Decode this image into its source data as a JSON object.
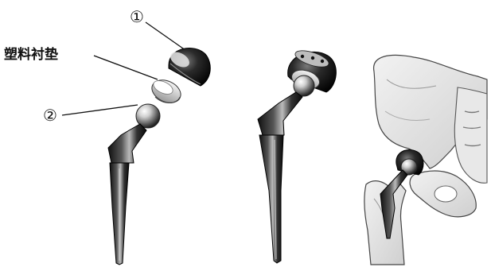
{
  "labels": {
    "part1": "①",
    "part2": "②",
    "liner": "塑料衬垫"
  },
  "figures": [
    "exploded-prosthesis",
    "assembled-prosthesis",
    "implanted-prosthesis-in-pelvis"
  ]
}
